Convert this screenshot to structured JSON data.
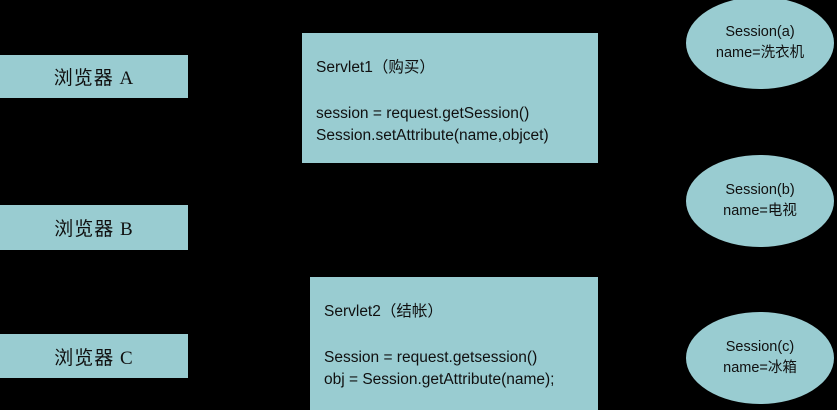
{
  "diagram": {
    "background_color": "#000000",
    "shape_fill_color": "#99CCD1",
    "text_color": "#101010",
    "browsers": [
      {
        "label": "浏览器 A"
      },
      {
        "label": "浏览器 B"
      },
      {
        "label": "浏览器 C"
      }
    ],
    "servlets": [
      {
        "title": "Servlet1（购买）",
        "code_lines": [
          "session = request.getSession()",
          "Session.setAttribute(name,objcet)"
        ]
      },
      {
        "title": "Servlet2（结帐）",
        "code_lines": [
          "Session = request.getsession()",
          "obj = Session.getAttribute(name);"
        ]
      }
    ],
    "sessions": [
      {
        "name": "Session(a)",
        "attribute": "name=洗衣机"
      },
      {
        "name": "Session(b)",
        "attribute": "name=电视"
      },
      {
        "name": "Session(c)",
        "attribute": "name=冰箱"
      }
    ]
  }
}
